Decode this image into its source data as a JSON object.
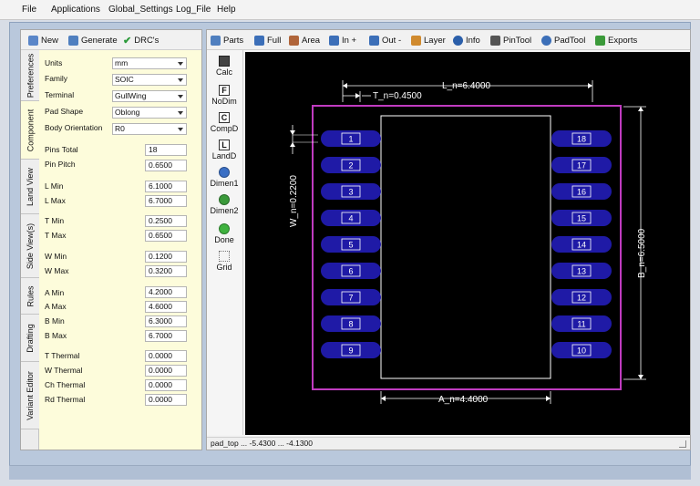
{
  "menubar": [
    "File",
    "Applications",
    "Global_Settings",
    "Log_File",
    "Help"
  ],
  "left_toolbar": [
    {
      "label": "New",
      "icon": "new-icon",
      "color": "#5a86c8"
    },
    {
      "label": "Generate",
      "icon": "generate-icon",
      "color": "#4f7fbf"
    },
    {
      "label": "DRC's",
      "icon": "check-icon",
      "color": "#2c9a3a"
    }
  ],
  "tabs": [
    "Preferences",
    "Component",
    "Land View",
    "Side View(s)",
    "Rules",
    "Drafting",
    "Variant Editor"
  ],
  "selects": [
    {
      "label": "Units",
      "value": "mm"
    },
    {
      "label": "Family",
      "value": "SOIC"
    },
    {
      "label": "Terminal",
      "value": "GullWing"
    },
    {
      "label": "Pad Shape",
      "value": "Oblong"
    },
    {
      "label": "Body Orientation",
      "value": "R0"
    }
  ],
  "params": [
    {
      "label": "Pins Total",
      "value": "18"
    },
    {
      "label": "Pin Pitch",
      "value": "0.6500"
    },
    {
      "label": "L Min",
      "value": "6.1000"
    },
    {
      "label": "L Max",
      "value": "6.7000"
    },
    {
      "label": "T Min",
      "value": "0.2500"
    },
    {
      "label": "T Max",
      "value": "0.6500"
    },
    {
      "label": "W Min",
      "value": "0.1200"
    },
    {
      "label": "W Max",
      "value": "0.3200"
    },
    {
      "label": "A Min",
      "value": "4.2000"
    },
    {
      "label": "A Max",
      "value": "4.6000"
    },
    {
      "label": "B Min",
      "value": "6.3000"
    },
    {
      "label": "B Max",
      "value": "6.7000"
    },
    {
      "label": "T Thermal",
      "value": "0.0000"
    },
    {
      "label": "W Thermal",
      "value": "0.0000"
    },
    {
      "label": "Ch Thermal",
      "value": "0.0000"
    },
    {
      "label": "Rd Thermal",
      "value": "0.0000"
    }
  ],
  "right_toolbar": [
    {
      "label": "Parts",
      "icon": "parts-icon",
      "color": "#4f7fbf"
    },
    {
      "label": "Full",
      "icon": "full-icon",
      "color": "#3c6fb8"
    },
    {
      "label": "Area",
      "icon": "area-icon",
      "color": "#b0653a"
    },
    {
      "label": "In +",
      "icon": "zoom-in-icon",
      "color": "#3c6fb8"
    },
    {
      "label": "Out -",
      "icon": "zoom-out-icon",
      "color": "#3c6fb8"
    },
    {
      "label": "Layer",
      "icon": "layer-icon",
      "color": "#d08a2e"
    },
    {
      "label": "Info",
      "icon": "info-icon",
      "color": "#2b5faa"
    },
    {
      "label": "PinTool",
      "icon": "pintool-icon",
      "color": "#555555"
    },
    {
      "label": "PadTool",
      "icon": "padtool-icon",
      "color": "#3c6fb8"
    },
    {
      "label": "Exports",
      "icon": "exports-icon",
      "color": "#3b9a3a"
    }
  ],
  "side_tools": [
    {
      "label": "Calc",
      "glyph": "",
      "icon": "calculator-icon"
    },
    {
      "label": "NoDim",
      "glyph": "F",
      "icon": "nodim-icon"
    },
    {
      "label": "CompD",
      "glyph": "C",
      "icon": "compd-icon"
    },
    {
      "label": "LandD",
      "glyph": "L",
      "icon": "landd-icon"
    },
    {
      "label": "Dimen1",
      "glyph": "",
      "icon": "dimen1-icon"
    },
    {
      "label": "Dimen2",
      "glyph": "",
      "icon": "dimen2-icon"
    },
    {
      "label": "Done",
      "glyph": "",
      "icon": "done-icon"
    },
    {
      "label": "Grid",
      "glyph": "",
      "icon": "grid-icon"
    }
  ],
  "drawing": {
    "L_label": "L_n=6.4000",
    "T_label": "T_n=0.4500",
    "W_label": "W_n=0.2200",
    "B_label": "B_n=6.5000",
    "A_label": "A_n=4.4000",
    "left_pins": [
      "1",
      "2",
      "3",
      "4",
      "5",
      "6",
      "7",
      "8",
      "9"
    ],
    "right_pins": [
      "18",
      "17",
      "16",
      "15",
      "14",
      "13",
      "12",
      "11",
      "10"
    ],
    "colors": {
      "pad": "#1f1aa6",
      "outline": "#c03bc0",
      "body": "#ffffff",
      "dim": "#ffffff"
    }
  },
  "status_text": "pad_top ... -5.4300 ... -4.1300"
}
